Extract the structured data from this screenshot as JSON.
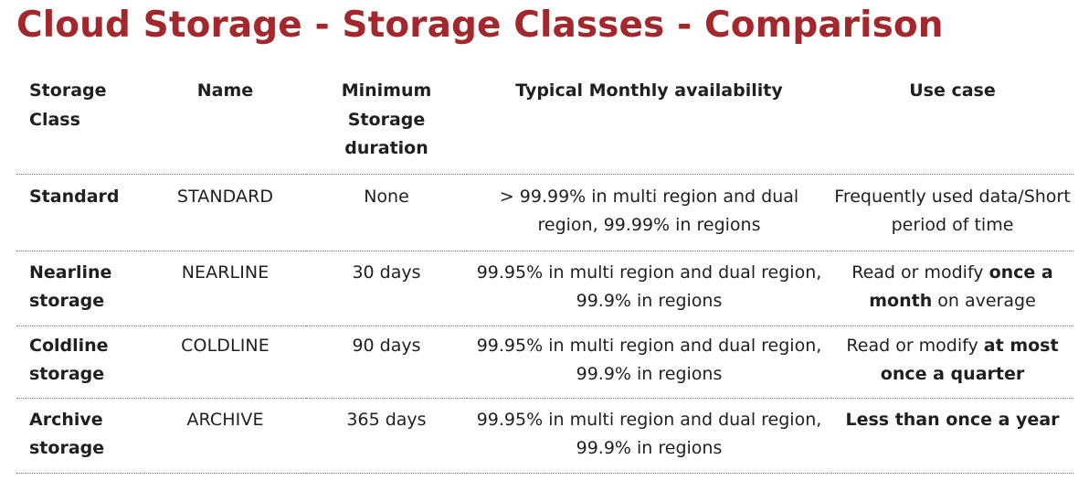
{
  "page": {
    "title": "Cloud Storage - Storage Classes - Comparison"
  },
  "table": {
    "headers": {
      "storage_class": "Storage Class",
      "name": "Name",
      "min_duration": "Minimum Storage duration",
      "availability": "Typical Monthly availability",
      "use_case": "Use case"
    },
    "rows": [
      {
        "storage_class": "Standard",
        "name": "STANDARD",
        "min_duration": "None",
        "availability": "> 99.99% in multi region and dual region, 99.99% in regions",
        "use_case": {
          "plain": "Frequently used data/Short period of time"
        }
      },
      {
        "storage_class": "Nearline storage",
        "name": "NEARLINE",
        "min_duration": "30 days",
        "availability": "99.95% in multi region and dual region, 99.9% in regions",
        "use_case": {
          "pre": "Read or modify ",
          "bold": "once a month",
          "post": " on average"
        }
      },
      {
        "storage_class": "Coldline storage",
        "name": "COLDLINE",
        "min_duration": "90 days",
        "availability": "99.95% in multi region and dual region, 99.9% in regions",
        "use_case": {
          "pre": "Read or modify ",
          "bold": "at most once a quarter"
        }
      },
      {
        "storage_class": "Archive storage",
        "name": "ARCHIVE",
        "min_duration": "365 days",
        "availability": "99.95% in multi region and dual region, 99.9% in regions",
        "use_case": {
          "bold": "Less than once a year"
        }
      }
    ]
  }
}
